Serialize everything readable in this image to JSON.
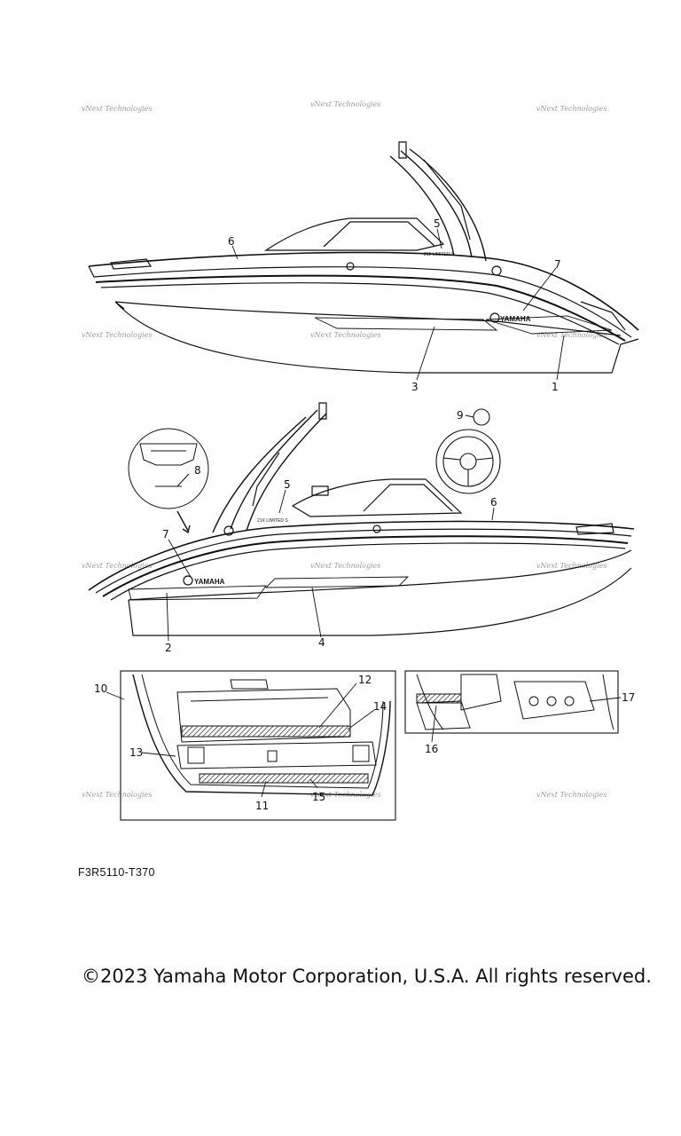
{
  "watermark": {
    "text": "vNext Technologies"
  },
  "figure": {
    "code": "F3R5110-T370",
    "hull_text_top": "212 LIMITED S",
    "hull_text_bottom": "21X LIMITED S",
    "brand_logo_text": "YAMAHA"
  },
  "callouts": {
    "c1": "1",
    "c2": "2",
    "c3": "3",
    "c4": "4",
    "c5a": "5",
    "c5b": "5",
    "c6a": "6",
    "c6b": "6",
    "c7a": "7",
    "c7b": "7",
    "c8": "8",
    "c9": "9",
    "c10": "10",
    "c11": "11",
    "c12": "12",
    "c13": "13",
    "c14": "14",
    "c15": "15",
    "c16": "16",
    "c17": "17"
  },
  "footer": {
    "copyright": "©2023 Yamaha Motor Corporation, U.S.A. All rights reserved."
  }
}
